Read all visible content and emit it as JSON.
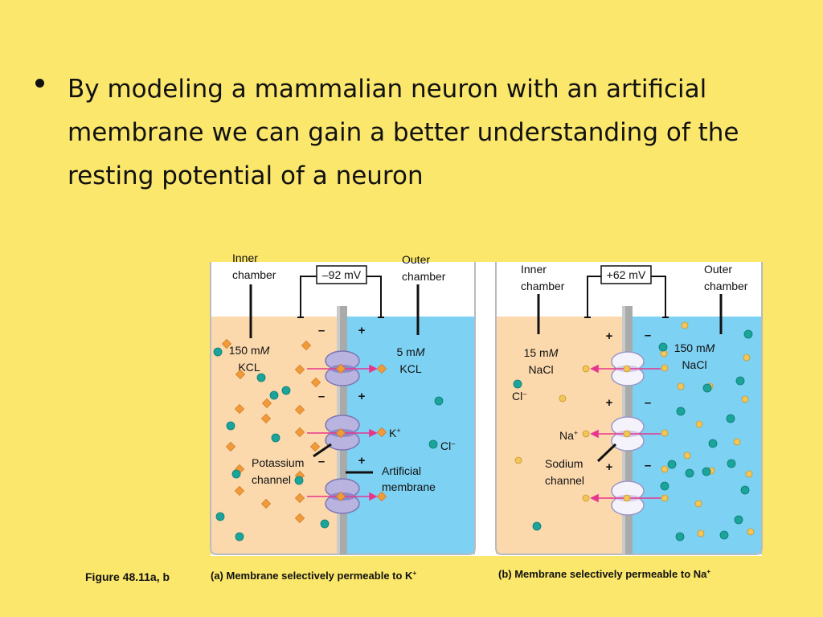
{
  "slide": {
    "bullet": "By modeling a mammalian neuron with an artificial membrane we can gain a better understanding of the resting potential of a neuron"
  },
  "figure": {
    "ref": "Figure 48.11a, b",
    "panel_a": {
      "caption": "(a) Membrane selectively permeable to K",
      "caption_sup": "+",
      "voltage": "–92 mV",
      "inner_label": [
        "Inner",
        "chamber"
      ],
      "outer_label": [
        "Outer",
        "chamber"
      ],
      "inner_conc": [
        "150 m",
        "M",
        "KCL"
      ],
      "outer_conc": [
        "5 m",
        "M",
        "KCL"
      ],
      "ion_k": "K",
      "ion_k_sup": "+",
      "ion_cl": "Cl",
      "ion_cl_sup": "–",
      "channel_label": [
        "Potassium",
        "channel"
      ],
      "membrane_label": [
        "Artificial",
        "membrane"
      ],
      "inner_sign": "–",
      "outer_sign": "+"
    },
    "panel_b": {
      "caption": "(b) Membrane selectively permeable to Na",
      "caption_sup": "+",
      "voltage": "+62 mV",
      "inner_label": [
        "Inner",
        "chamber"
      ],
      "outer_label": [
        "Outer",
        "chamber"
      ],
      "inner_conc": [
        "15 m",
        "M",
        "NaCl"
      ],
      "outer_conc": [
        "150 m",
        "M",
        "NaCl"
      ],
      "ion_na": "Na",
      "ion_na_sup": "+",
      "ion_cl": "Cl",
      "ion_cl_sup": "–",
      "channel_label": [
        "Sodium",
        "channel"
      ],
      "inner_sign": "+",
      "outer_sign": "–"
    }
  },
  "colors": {
    "background": "#fbe76b",
    "inner_fluid": "#fcd9ad",
    "outer_fluid": "#7dd1f3",
    "membrane": "#a9abab",
    "channel": "#b9b3e0",
    "potassium_ion": "#f09a3a",
    "sodium_ion": "#f3c65a",
    "chloride_ion": "#1aa49a",
    "flux_arrow": "#e6358f"
  }
}
